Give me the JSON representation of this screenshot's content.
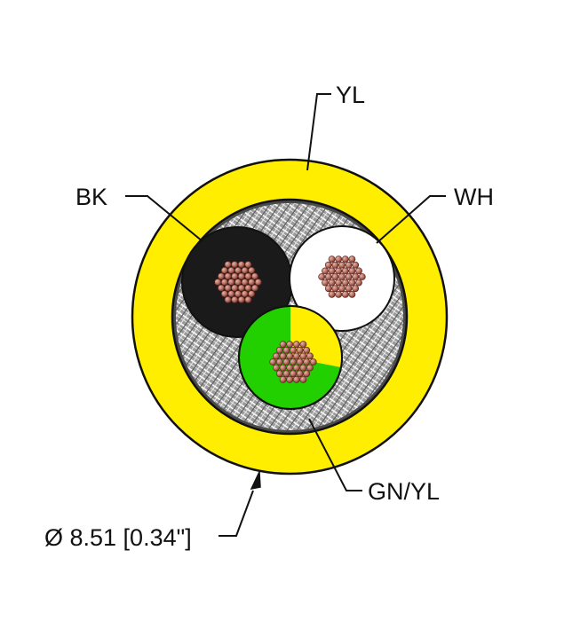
{
  "labels": {
    "jacket": "YL",
    "conductor_black": "BK",
    "conductor_white": "WH",
    "conductor_ground": "GN/YL",
    "diameter": "Ø 8.51 [0.34\"]"
  },
  "colors": {
    "jacket_yellow": "#ffee00",
    "black_insulation": "#1a1a1a",
    "white_insulation": "#ffffff",
    "green_insulation": "#22d000",
    "yellow_stripe": "#ffee00",
    "copper": "#b36b5e",
    "filler_gray": "#8c8c8c",
    "line": "#111111"
  },
  "icons": {
    "conductor_strands": "copper-strand-bundle-icon",
    "filler": "braided-filler-icon"
  }
}
